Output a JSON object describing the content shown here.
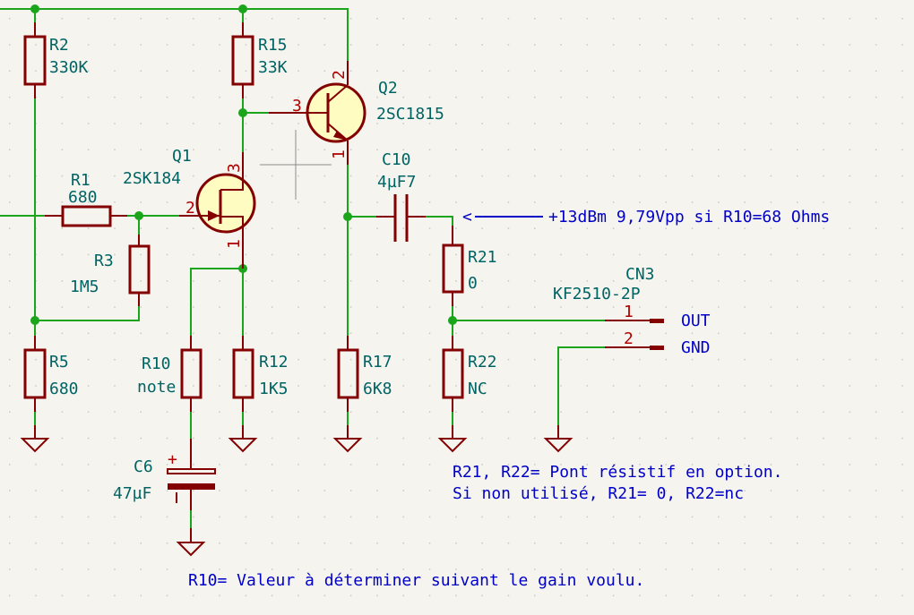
{
  "colors": {
    "background": "#f5f4ef",
    "wire": "#1aa51a",
    "component": "#840000",
    "component_fill": "#fffcc2",
    "label_text": "#006464",
    "pin_number": "#b00000",
    "note_text": "#0000c8",
    "grid_dot": "#c8c8c0"
  },
  "components": {
    "R2": {
      "ref": "R2",
      "value": "330K"
    },
    "R15": {
      "ref": "R15",
      "value": "33K"
    },
    "R1": {
      "ref": "R1",
      "value": "680"
    },
    "R3": {
      "ref": "R3",
      "value": "1M5"
    },
    "R5": {
      "ref": "R5",
      "value": "680"
    },
    "R10": {
      "ref": "R10",
      "value": "note"
    },
    "R12": {
      "ref": "R12",
      "value": "1K5"
    },
    "R17": {
      "ref": "R17",
      "value": "6K8"
    },
    "R21": {
      "ref": "R21",
      "value": "0"
    },
    "R22": {
      "ref": "R22",
      "value": "NC"
    },
    "C6": {
      "ref": "C6",
      "value": "47µF",
      "plus": "+",
      "minus": "-"
    },
    "C10": {
      "ref": "C10",
      "value": "4µF7"
    },
    "Q1": {
      "ref": "Q1",
      "value": "2SK184",
      "pins": {
        "d": "3",
        "g": "2",
        "s": "1"
      }
    },
    "Q2": {
      "ref": "Q2",
      "value": "2SC1815",
      "pins": {
        "c": "2",
        "b": "3",
        "e": "1"
      }
    },
    "CN3": {
      "ref": "CN3",
      "value": "KF2510-2P",
      "pins": [
        {
          "num": "1",
          "label": "OUT"
        },
        {
          "num": "2",
          "label": "GND"
        }
      ]
    }
  },
  "notes": {
    "output_level": "+13dBm 9,79Vpp si R10=68 Ohms",
    "arrow": "<",
    "divider_line1": "R21, R22= Pont résistif en option.",
    "divider_line2": "Si non utilisé, R21= 0, R22=nc",
    "r10_note": "R10= Valeur à déterminer suivant le gain voulu."
  }
}
